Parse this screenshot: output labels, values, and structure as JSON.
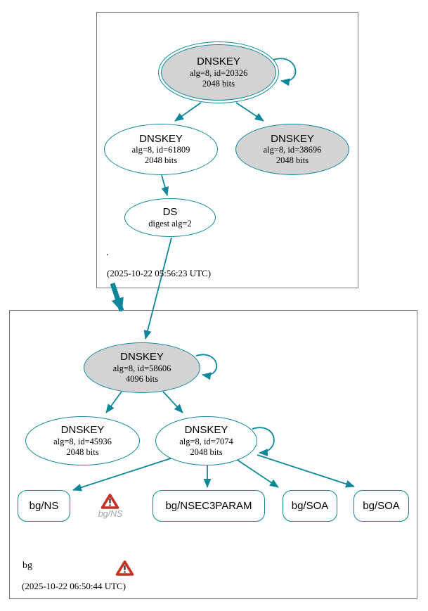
{
  "colors": {
    "edge_teal": "#0e879a",
    "node_gray_fill": "#d3d3d3",
    "cluster_border_gray": "#7a7a7a",
    "warning_red": "#c43127",
    "caption_gray": "#a6a6a6"
  },
  "root_zone": {
    "name": ".",
    "timestamp": "(2025-10-22 05:56:23 UTC)",
    "ksk": {
      "title": "DNSKEY",
      "detail": "alg=8, id=20326",
      "bits": "2048 bits"
    },
    "zsk": {
      "title": "DNSKEY",
      "detail": "alg=8, id=61809",
      "bits": "2048 bits"
    },
    "key38696": {
      "title": "DNSKEY",
      "detail": "alg=8, id=38696",
      "bits": "2048 bits"
    },
    "ds": {
      "title": "DS",
      "detail": "digest alg=2"
    }
  },
  "bg_zone": {
    "name": "bg",
    "timestamp": "(2025-10-22 06:50:44 UTC)",
    "ksk": {
      "title": "DNSKEY",
      "detail": "alg=8, id=58606",
      "bits": "4096 bits"
    },
    "zsk1": {
      "title": "DNSKEY",
      "detail": "alg=8, id=45936",
      "bits": "2048 bits"
    },
    "zsk2": {
      "title": "DNSKEY",
      "detail": "alg=8, id=7074",
      "bits": "2048 bits"
    },
    "rrsets": [
      {
        "label": "bg/NS"
      },
      {
        "label": "bg/NSEC3PARAM"
      },
      {
        "label": "bg/SOA"
      },
      {
        "label": "bg/SOA"
      }
    ],
    "ns_warning_caption": "bg/NS"
  }
}
